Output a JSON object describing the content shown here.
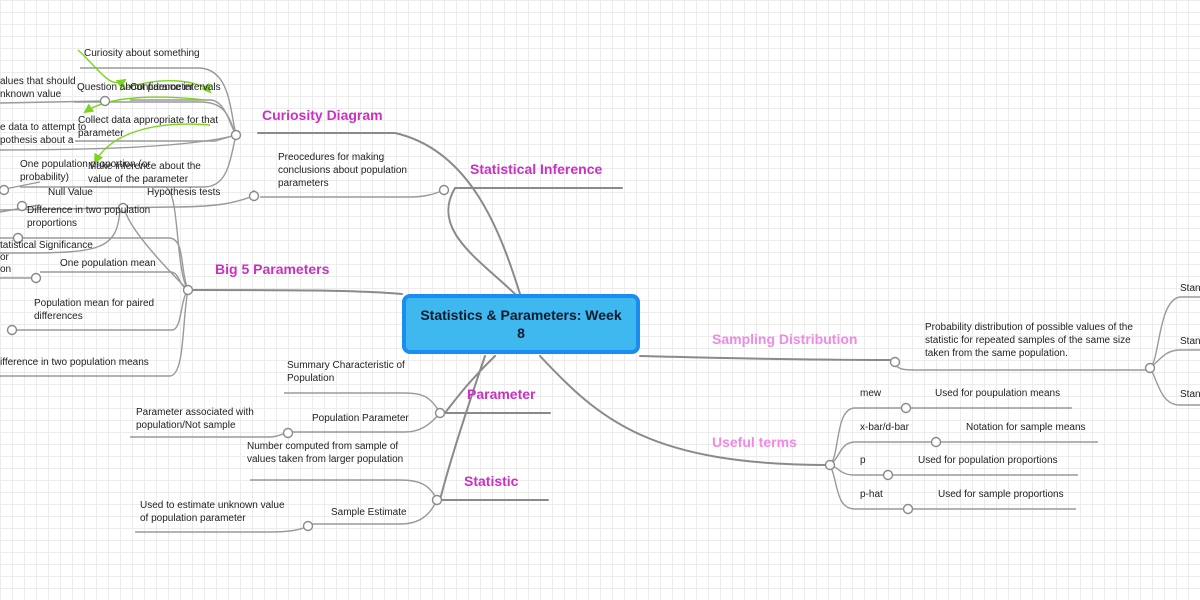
{
  "central": {
    "title": "Statistics & Parameters:  Week 8"
  },
  "branches": {
    "curiosity": "Curiosity Diagram",
    "inference": "Statistical Inference",
    "big5": "Big 5 Parameters",
    "sampling": "Sampling Distribution",
    "terms": "Useful terms",
    "parameter": "Parameter",
    "statistic": "Statistic"
  },
  "curiosity": {
    "items": [
      "Curiosity about something",
      "Question about parameter",
      "Confidence intervals",
      "Collect data appropriate for that parameter",
      "Make inference about the value of the parameter",
      "Hypothesis tests"
    ],
    "clipped": [
      "alues that should",
      "nknown value",
      "e data to attempt to",
      "pothesis about a",
      "Null Value",
      "tatistical Significance",
      "or",
      "on"
    ]
  },
  "inference": {
    "desc": "Preocedures for making conclusions about population parameters"
  },
  "big5": {
    "items": [
      "One population proportion (or probability)",
      "Difference in two population proportions",
      "One population mean",
      "Population mean for paired differences",
      "ifference in two population means"
    ]
  },
  "sampling": {
    "desc": "Probability distribution of possible values of the statistic for repeated samples of the same size taken from the same population.",
    "stubs": [
      "Stan",
      "Stan",
      "Stan"
    ]
  },
  "terms": {
    "rows": [
      {
        "symbol": "mew",
        "meaning": "Used for poupulation means"
      },
      {
        "symbol": "x-bar/d-bar",
        "meaning": "Notation for sample means"
      },
      {
        "symbol": "p",
        "meaning": "Used for population proportions"
      },
      {
        "symbol": "p-hat",
        "meaning": "Used for sample proportions"
      }
    ]
  },
  "parameter": {
    "summary": "Summary Characteristic of Population",
    "population_parameter": "Population Parameter",
    "associated": "Parameter associated with population/Not sample"
  },
  "statistic": {
    "number": "Number computed from sample of values taken from larger population",
    "sample_estimate": "Sample Estimate",
    "used": "Used to estimate unknown value of population parameter"
  },
  "colors": {
    "central_fill": "#3fb8ef",
    "central_border": "#1a8df0",
    "branch_dark": "#cc2fc4",
    "branch_light": "#ef8ae6",
    "connector": "#8a8a8a",
    "arrow": "#7ed321"
  }
}
